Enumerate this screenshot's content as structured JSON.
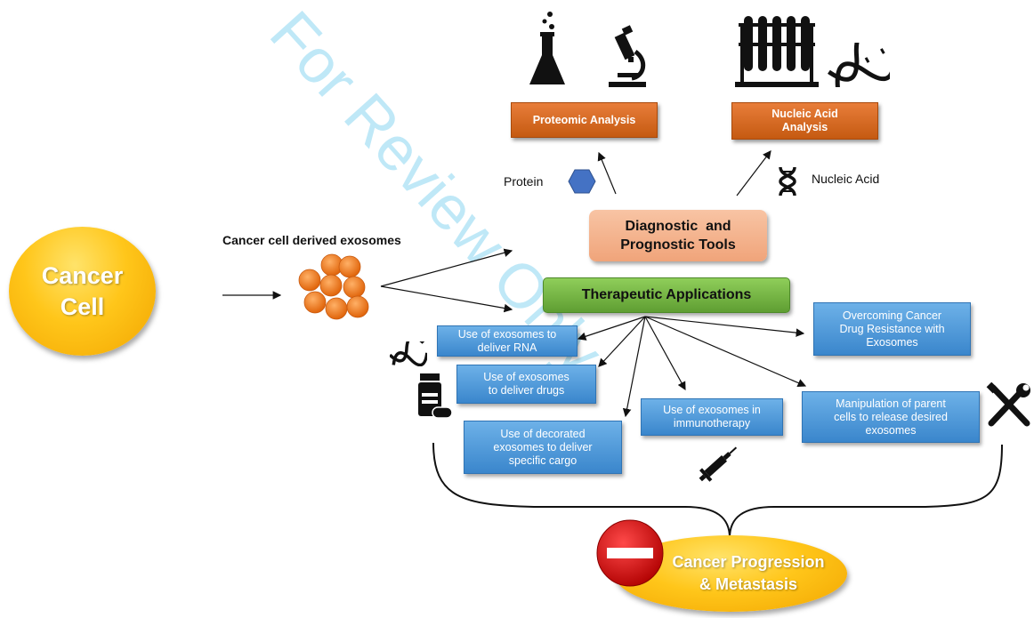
{
  "watermark": "For Review Only",
  "cancer_cell": {
    "line1": "Cancer",
    "line2": "Cell"
  },
  "exosomes_label": "Cancer cell derived exosomes",
  "proteomic_analysis": "Proteomic Analysis",
  "nucleic_acid_analysis": {
    "line1": "Nucleic Acid",
    "line2": "Analysis"
  },
  "protein_label": "Protein",
  "nucleic_acid_label": "Nucleic Acid",
  "diagnostic_tools": {
    "line1": "Diagnostic  and",
    "line2": "Prognostic Tools"
  },
  "therapeutic_applications": "Therapeutic Applications",
  "applications": {
    "deliver_rna": {
      "line1": "Use of exosomes to",
      "line2": "deliver RNA"
    },
    "deliver_drugs": {
      "line1": "Use of exosomes",
      "line2": "to deliver drugs"
    },
    "decorated_exosomes": {
      "line1": "Use of decorated",
      "line2": "exosomes to deliver",
      "line3": "specific cargo"
    },
    "immunotherapy": {
      "line1": "Use of exosomes in",
      "line2": "immunotherapy"
    },
    "manipulation": {
      "line1": "Manipulation of parent",
      "line2": "cells to release desired",
      "line3": "exosomes"
    },
    "drug_resistance": {
      "line1": "Overcoming Cancer",
      "line2": "Drug Resistance with",
      "line3": "Exosomes"
    }
  },
  "outcome": {
    "line1": "Cancer Progression",
    "line2": "& Metastasis"
  },
  "colors": {
    "yellow": "#ffc61a",
    "orange": "#c55a11",
    "blue": "#4a90d9",
    "green": "#70ad47",
    "salmon": "#f4b183",
    "red": "#c00000"
  }
}
